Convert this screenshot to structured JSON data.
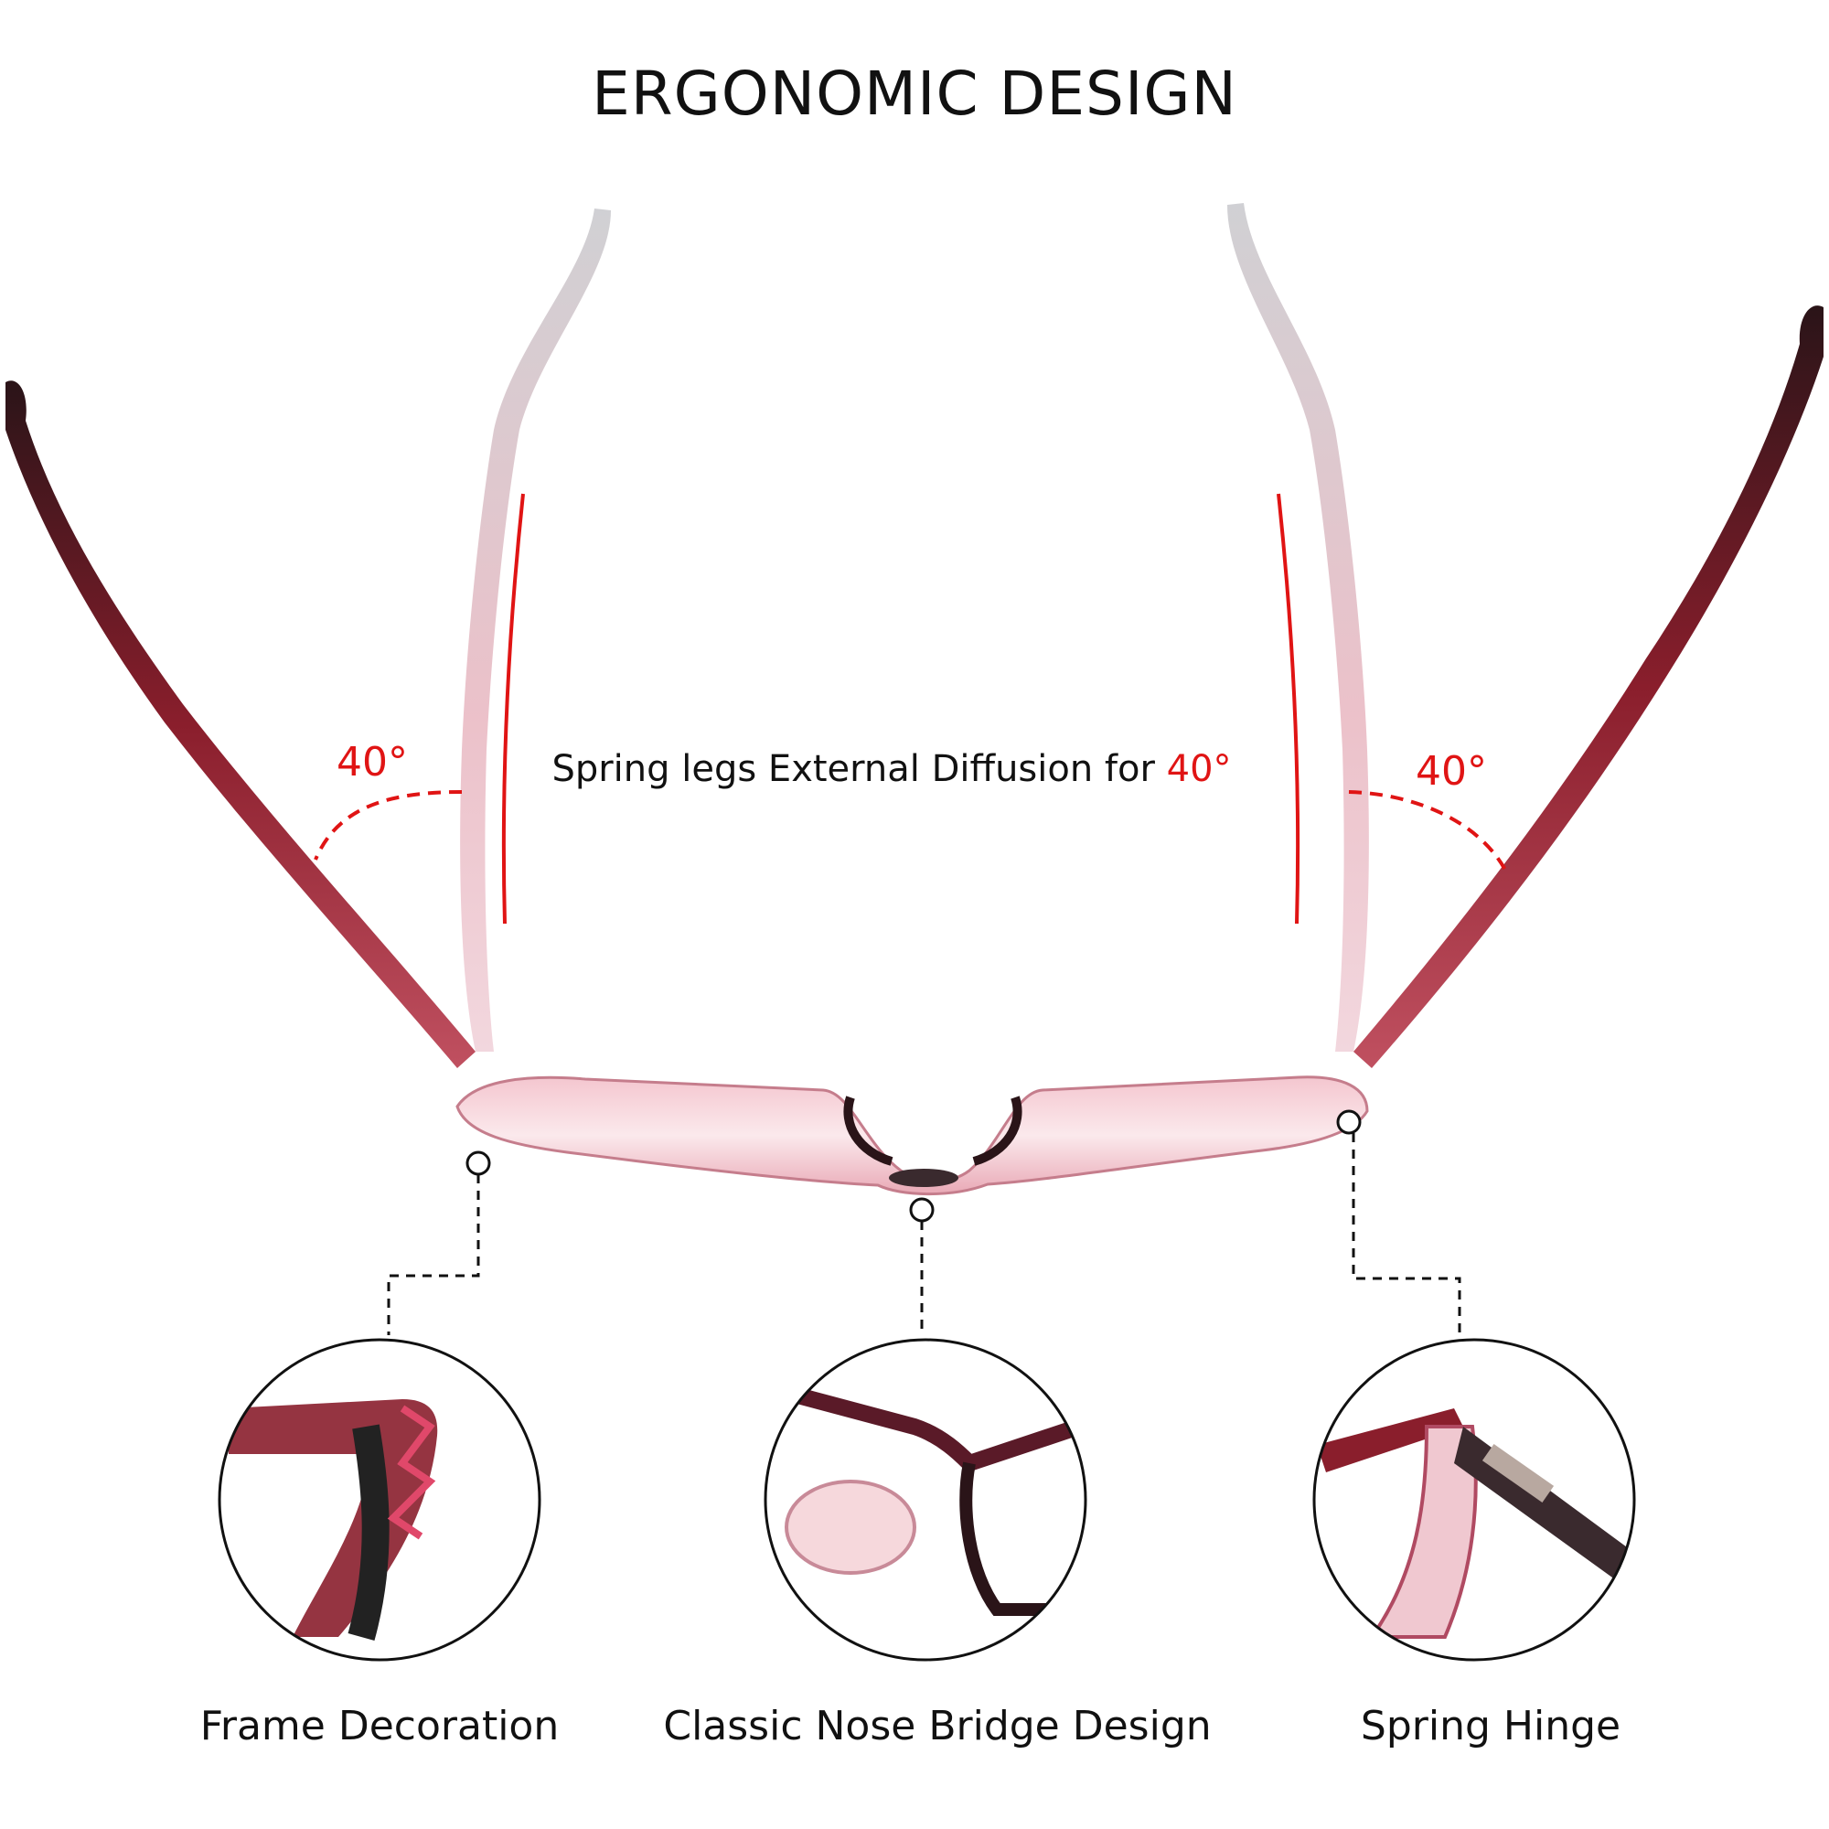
{
  "title": "ERGONOMIC DESIGN",
  "center_caption": {
    "text": "Spring legs External Diffusion for ",
    "highlight": "40°"
  },
  "angles": {
    "left": "40°",
    "right": "40°"
  },
  "features": [
    {
      "label": "Frame Decoration",
      "icon": "frame-decoration-closeup"
    },
    {
      "label": "Classic Nose Bridge Design",
      "icon": "nose-bridge-closeup"
    },
    {
      "label": "Spring Hinge",
      "icon": "spring-hinge-closeup"
    }
  ],
  "colors": {
    "accent": "#e01414",
    "frame": "#8a1e2c",
    "text": "#111111"
  }
}
